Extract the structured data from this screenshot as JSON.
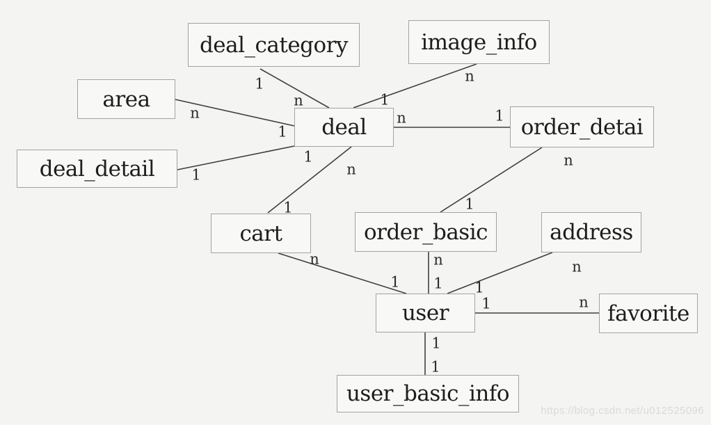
{
  "diagram": {
    "type": "entity-relationship",
    "entities": [
      {
        "id": "deal_category",
        "label": "deal_category"
      },
      {
        "id": "image_info",
        "label": "image_info"
      },
      {
        "id": "area",
        "label": "area"
      },
      {
        "id": "deal",
        "label": "deal"
      },
      {
        "id": "order_detai",
        "label": "order_detai"
      },
      {
        "id": "deal_detail",
        "label": "deal_detail"
      },
      {
        "id": "cart",
        "label": "cart"
      },
      {
        "id": "order_basic",
        "label": "order_basic"
      },
      {
        "id": "address",
        "label": "address"
      },
      {
        "id": "user",
        "label": "user"
      },
      {
        "id": "favorite",
        "label": "favorite"
      },
      {
        "id": "user_basic_info",
        "label": "user_basic_info"
      }
    ],
    "relationships": [
      {
        "from": "deal_category",
        "to": "deal",
        "from_card": "1",
        "to_card": "n"
      },
      {
        "from": "image_info",
        "to": "deal",
        "from_card": "n",
        "to_card": "1"
      },
      {
        "from": "area",
        "to": "deal",
        "from_card": "n",
        "to_card": "1"
      },
      {
        "from": "deal_detail",
        "to": "deal",
        "from_card": "1",
        "to_card": "1"
      },
      {
        "from": "deal",
        "to": "order_detai",
        "from_card": "n",
        "to_card": "1"
      },
      {
        "from": "order_detai",
        "to": "order_basic",
        "from_card": "n",
        "to_card": "1"
      },
      {
        "from": "deal",
        "to": "cart",
        "from_card": "n",
        "to_card": "1"
      },
      {
        "from": "cart",
        "to": "user",
        "from_card": "n",
        "to_card": "1"
      },
      {
        "from": "order_basic",
        "to": "user",
        "from_card": "n",
        "to_card": "1"
      },
      {
        "from": "address",
        "to": "user",
        "from_card": "n",
        "to_card": "1"
      },
      {
        "from": "user",
        "to": "favorite",
        "from_card": "1",
        "to_card": "n"
      },
      {
        "from": "user",
        "to": "user_basic_info",
        "from_card": "1",
        "to_card": "1"
      }
    ],
    "watermark": "https://blog.csdn.net/u012525096",
    "colors": {
      "background": "#f4f4f2",
      "entity_fill": "#f8f8f6",
      "entity_border": "#a2a2a0",
      "line": "#3f3f3e",
      "text": "#1d1d1b",
      "watermark": "#dadad8"
    }
  }
}
